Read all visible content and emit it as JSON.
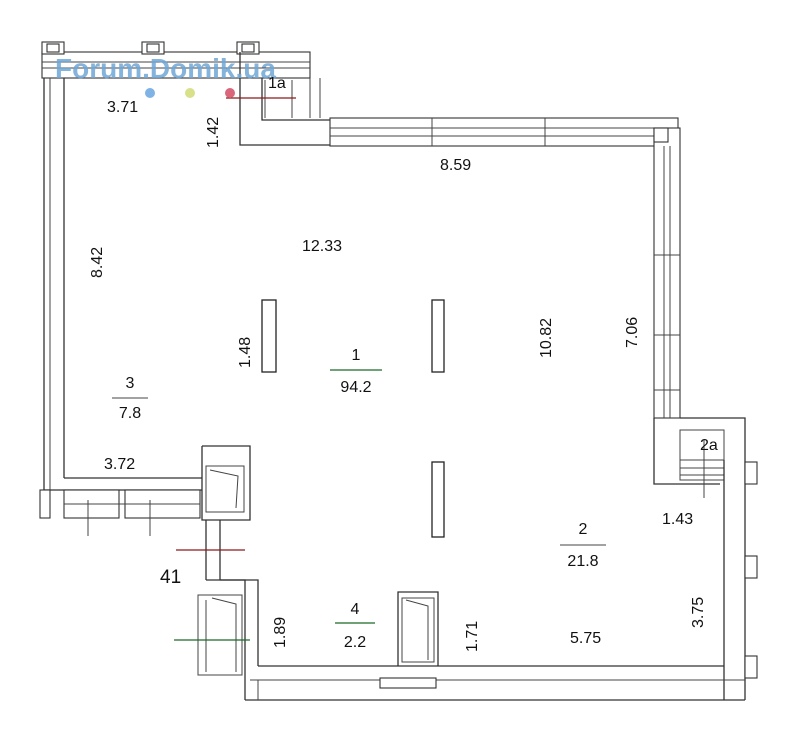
{
  "watermark": {
    "text": "Forum.Domik.ua",
    "dot_colors": [
      "#7fb2e5",
      "#d9e08a",
      "#d9667a"
    ]
  },
  "rooms": [
    {
      "number": "1",
      "area": "94.2"
    },
    {
      "number": "2",
      "area": "21.8"
    },
    {
      "number": "3",
      "area": "7.8"
    },
    {
      "number": "4",
      "area": "2.2"
    },
    {
      "number": "1a"
    },
    {
      "number": "2a"
    }
  ],
  "dimensions": {
    "d_3_71": "3.71",
    "d_1_42": "1.42",
    "d_8_59": "8.59",
    "d_8_42": "8.42",
    "d_12_33": "12.33",
    "d_1_48": "1.48",
    "d_10_82": "10.82",
    "d_7_06": "7.06",
    "d_3_72": "3.72",
    "d_1_43": "1.43",
    "d_3_75": "3.75",
    "d_1_89": "1.89",
    "d_1_71": "1.71",
    "d_5_75": "5.75"
  },
  "marker": "41"
}
